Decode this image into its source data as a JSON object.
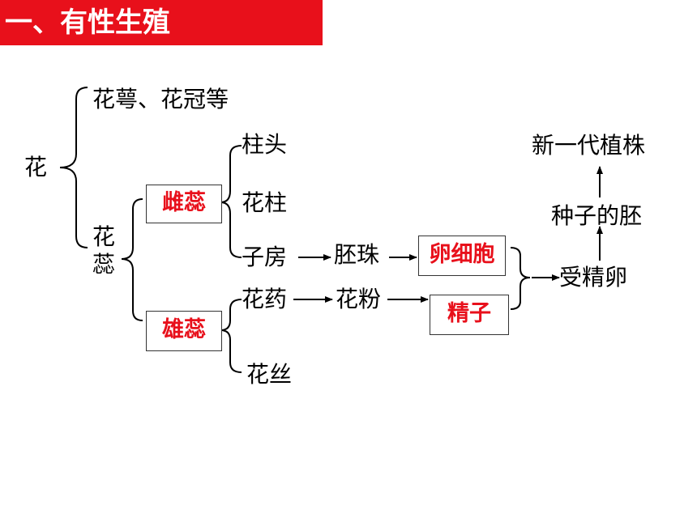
{
  "title": "一、有性生殖",
  "flower": "花",
  "sepal_petal": "花萼、花冠等",
  "stamen_pistil": "花蕊",
  "pistil": "雌蕊",
  "stamen": "雄蕊",
  "stigma": "柱头",
  "style": "花柱",
  "ovary": "子房",
  "anther": "花药",
  "filament": "花丝",
  "ovule": "胚珠",
  "pollen": "花粉",
  "egg_cell": "卵细胞",
  "sperm": "精子",
  "zygote": "受精卵",
  "embryo": "种子的胚",
  "new_plant": "新一代植株",
  "colors": {
    "title_bg": "#e8101b",
    "highlight_text": "#e8101b",
    "line": "#000000"
  }
}
